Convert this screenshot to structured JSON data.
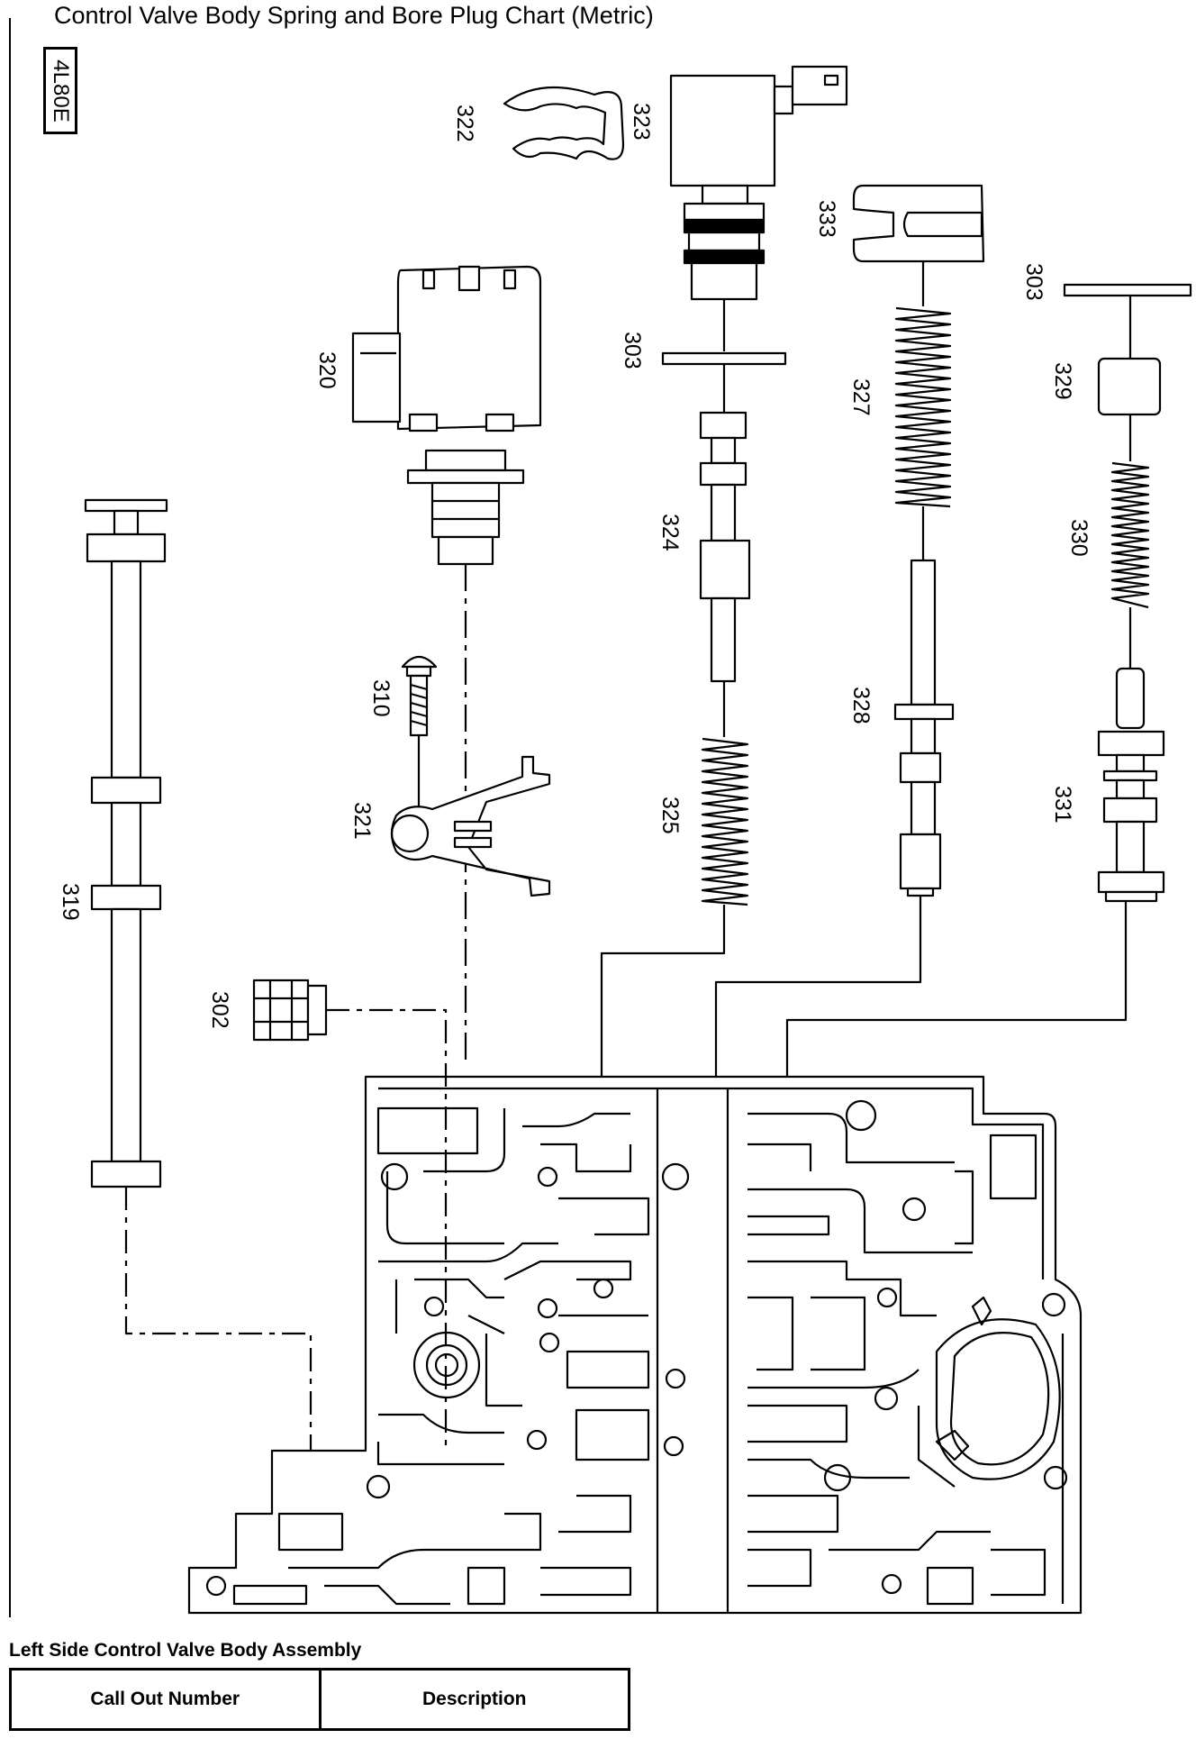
{
  "page": {
    "title": "Control Valve Body Spring and Bore Plug Chart (Metric)",
    "model": "4L80E"
  },
  "callouts": {
    "c302": "302",
    "c303a": "303",
    "c303b": "303",
    "c310": "310",
    "c319": "319",
    "c320": "320",
    "c321": "321",
    "c322": "322",
    "c323": "323",
    "c324": "324",
    "c325": "325",
    "c327": "327",
    "c328": "328",
    "c329": "329",
    "c330": "330",
    "c331": "331",
    "c333": "333"
  },
  "table": {
    "heading": "Left Side Control Valve Body Assembly",
    "columns": [
      "Call Out Number",
      "Description"
    ]
  }
}
